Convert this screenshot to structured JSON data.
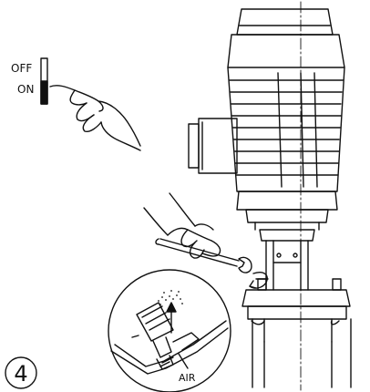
{
  "switch": {
    "off_label": "OFF",
    "on_label": "ON"
  },
  "detail": {
    "air_label": "AIR"
  },
  "step": {
    "number": "4"
  }
}
